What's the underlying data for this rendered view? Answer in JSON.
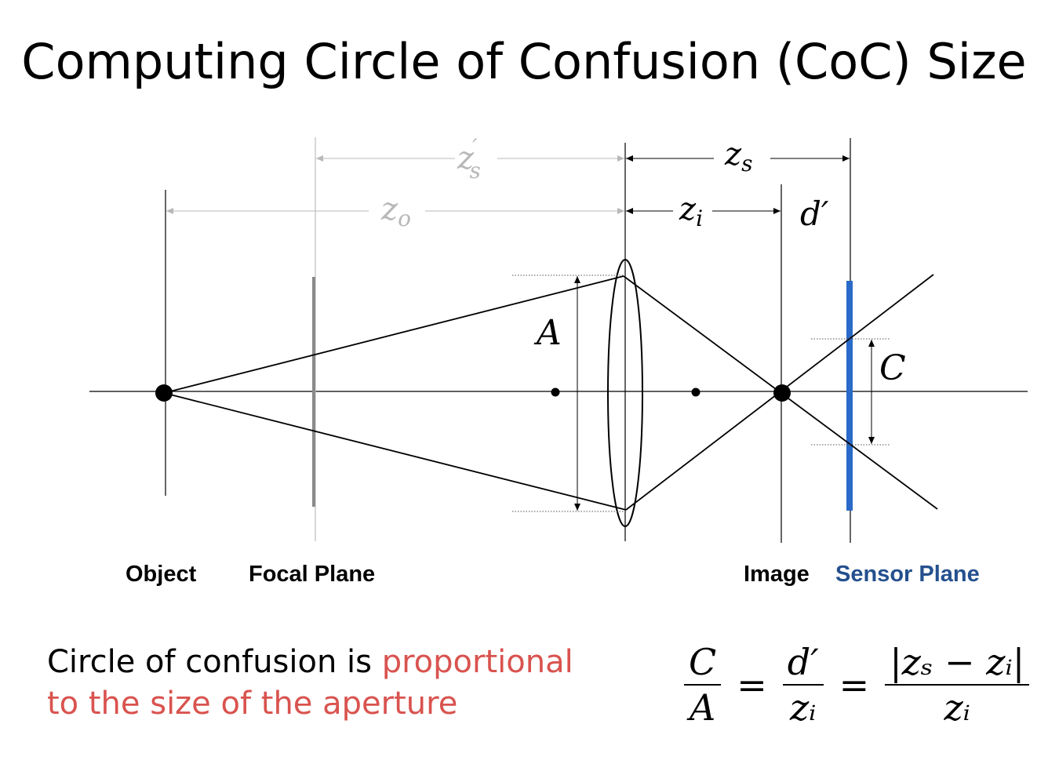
{
  "title": "Computing Circle of Confusion (CoC) Size",
  "colors": {
    "sensor": "#2a6ac8",
    "sensor_label": "#24508e",
    "highlight": "#d9534f",
    "faint": "#b8b8b8"
  },
  "diagram": {
    "dim_zs_prime": {
      "base": "z",
      "sup": "′",
      "sub": "s"
    },
    "dim_zo": {
      "base": "z",
      "sub": "o"
    },
    "dim_zs": {
      "base": "z",
      "sub": "s"
    },
    "dim_zi": {
      "base": "z",
      "sub": "i"
    },
    "dim_d_prime": "d′",
    "aperture_label": "A",
    "coc_label": "C"
  },
  "labels": {
    "object": "Object",
    "focal_plane": "Focal Plane",
    "image": "Image",
    "sensor_plane": "Sensor Plane"
  },
  "caption": {
    "plain": "Circle of confusion is ",
    "highlight_1": "proportional",
    "highlight_2": "to the size of the aperture"
  },
  "equation": {
    "f1_num": "C",
    "f1_den": "A",
    "eq": "=",
    "f2_num": "d′",
    "f2_den": "zᵢ",
    "f3_num": "|zₛ − zᵢ|",
    "f3_den": "zᵢ"
  }
}
